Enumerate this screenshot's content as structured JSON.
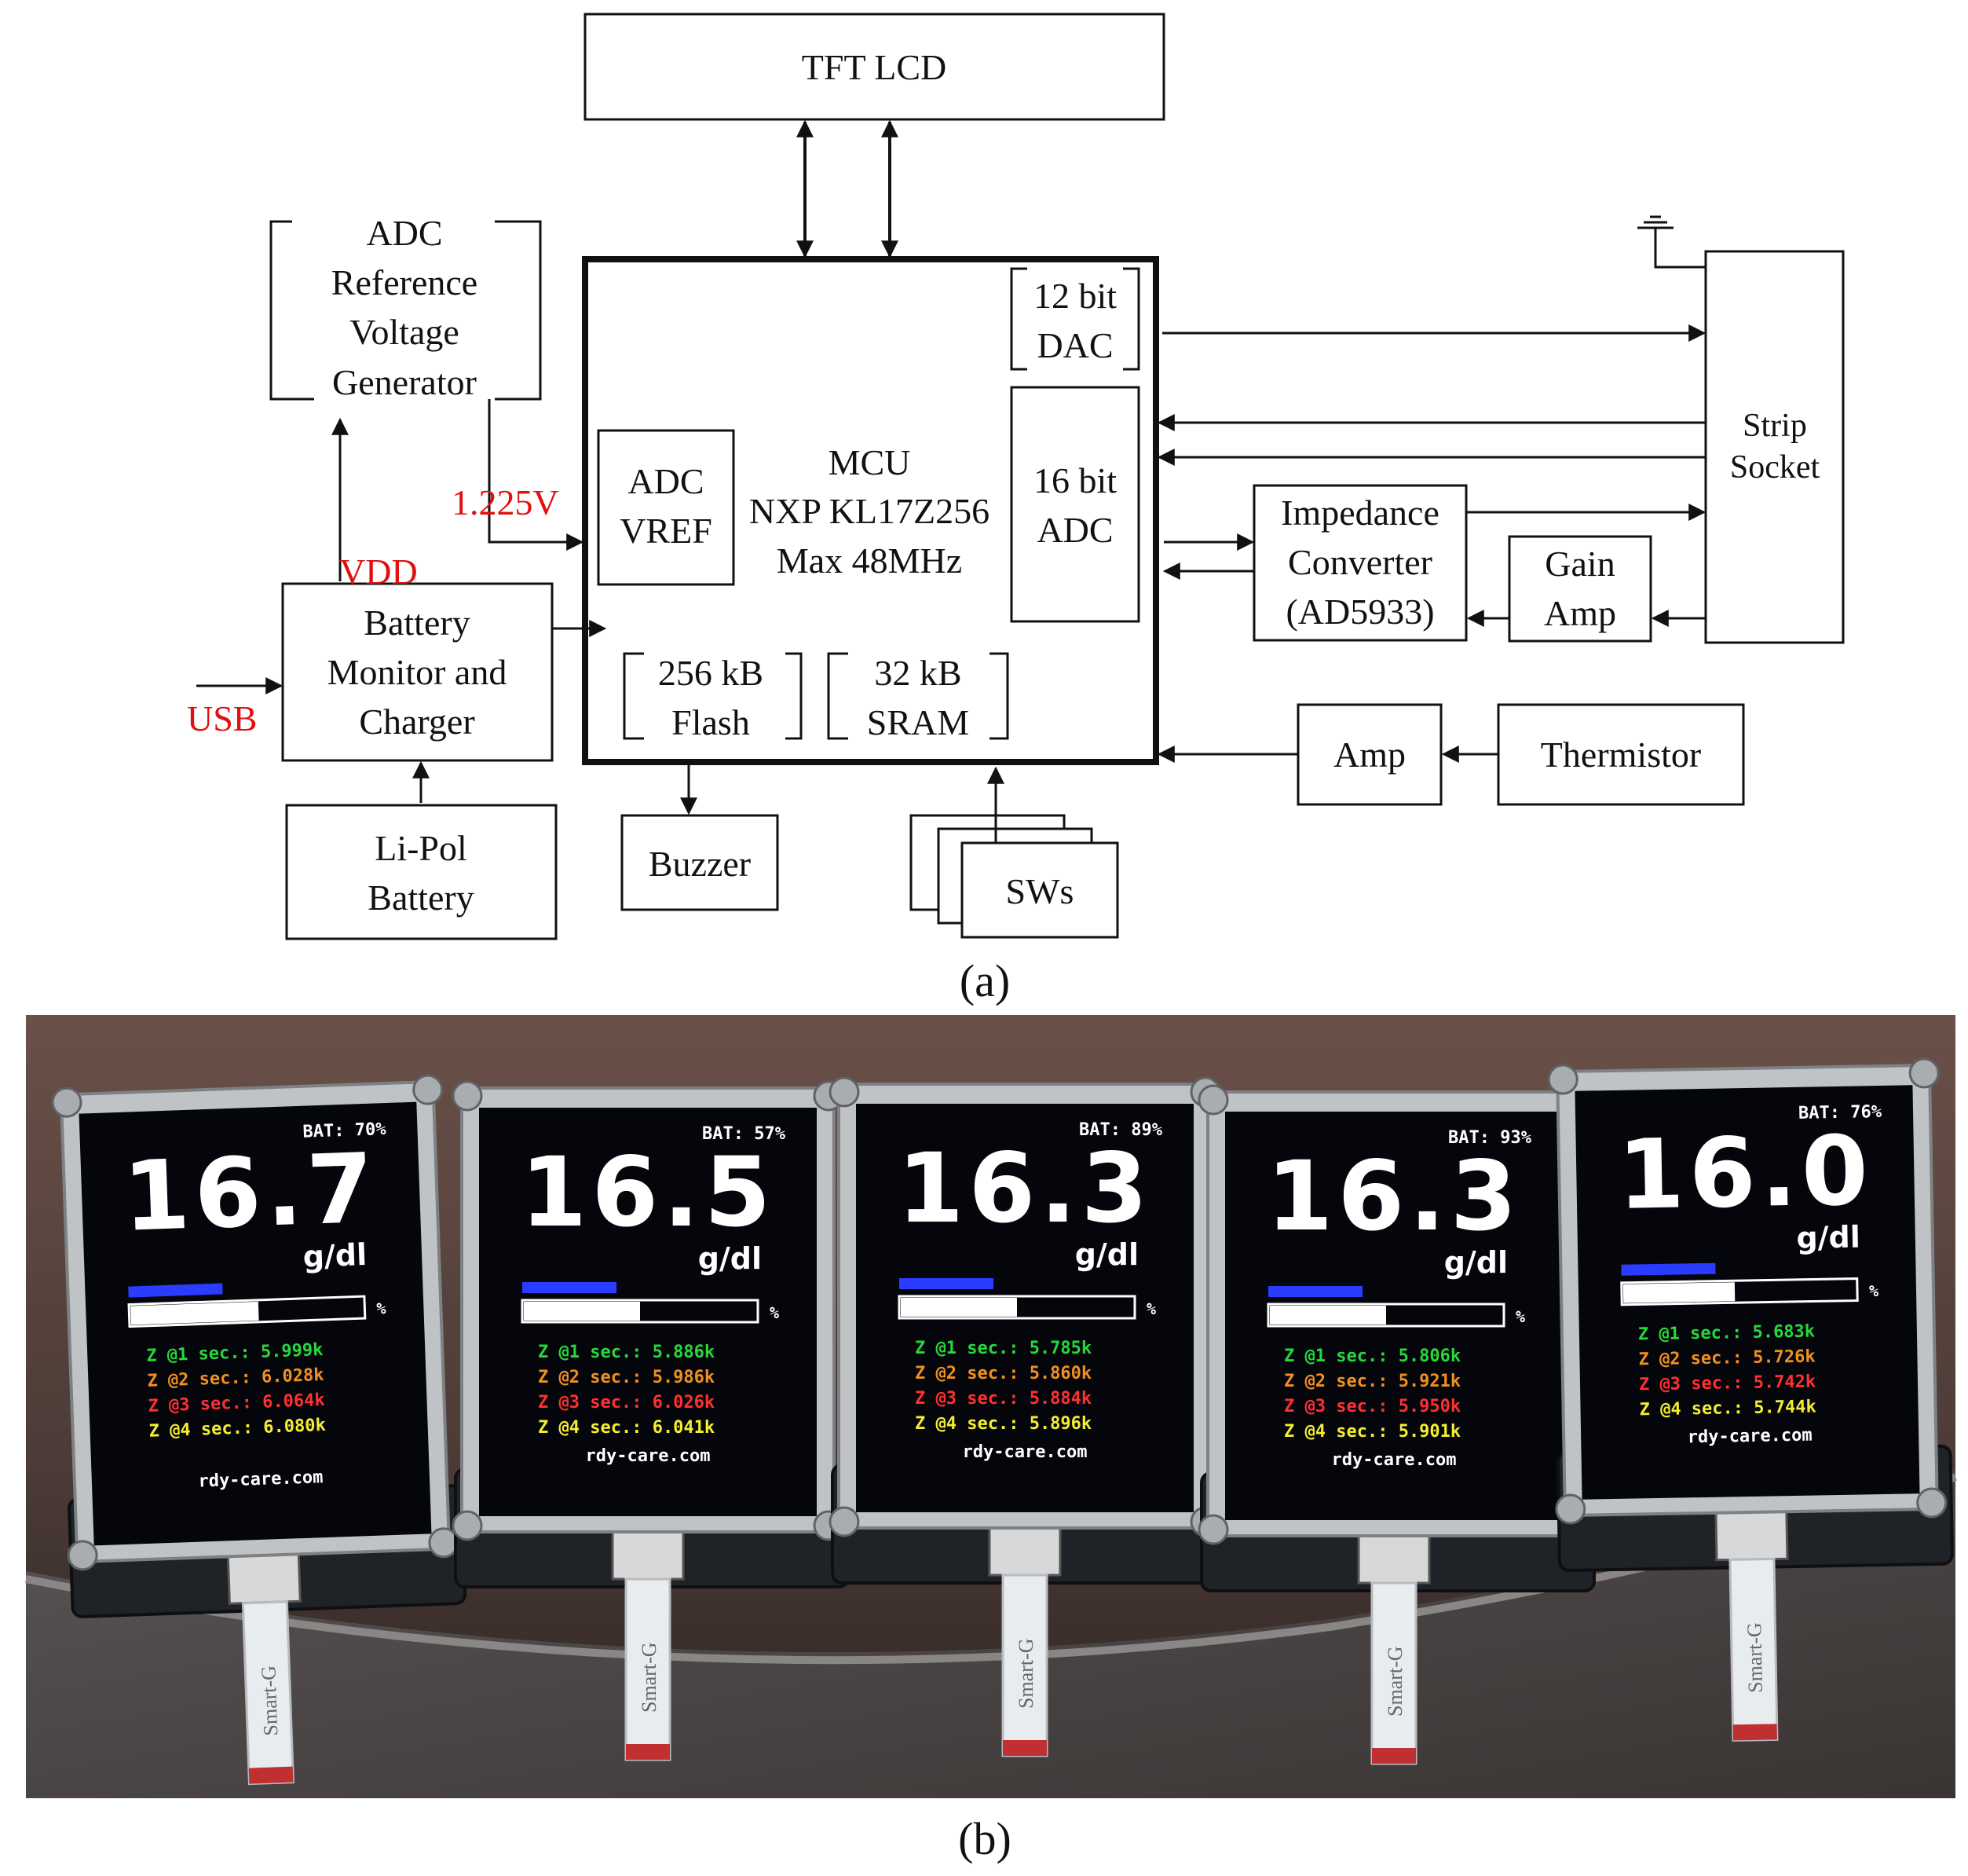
{
  "panel_a": {
    "blocks": {
      "tft": "TFT LCD",
      "adc_ref": [
        "ADC",
        "Reference",
        "Voltage",
        "Generator"
      ],
      "mcu": [
        "MCU",
        "NXP KL17Z256",
        "Max 48MHz"
      ],
      "adc_vref": [
        "ADC",
        "VREF"
      ],
      "dac": [
        "12 bit",
        "DAC"
      ],
      "adc16": [
        "16 bit",
        "ADC"
      ],
      "flash": [
        "256 kB",
        "Flash"
      ],
      "sram": [
        "32 kB",
        "SRAM"
      ],
      "battery_mon": [
        "Battery",
        "Monitor and",
        "Charger"
      ],
      "lipol": [
        "Li-Pol",
        "Battery"
      ],
      "buzzer": "Buzzer",
      "sws": "SWs",
      "strip": [
        "Strip",
        "Socket"
      ],
      "impedance": [
        "Impedance",
        "Converter",
        "(AD5933)"
      ],
      "gain": [
        "Gain",
        "Amp"
      ],
      "amp": "Amp",
      "thermistor": "Thermistor"
    },
    "signals": {
      "v1225": "1.225V",
      "vdd": "VDD",
      "usb": "USB"
    },
    "caption": "(a)"
  },
  "panel_b": {
    "caption": "(b)",
    "devices": [
      {
        "value": "16.7",
        "unit": "g/dl",
        "bat": "BAT: 70%",
        "fill": 0.55,
        "z": [
          "Z @1 sec.: 5.999k",
          "Z @2 sec.: 6.028k",
          "Z @3 sec.: 6.064k",
          "Z @4 sec.: 6.080k"
        ],
        "site": "rdy-care.com",
        "strip": "Smart-G"
      },
      {
        "value": "16.5",
        "unit": "g/dl",
        "bat": "BAT: 57%",
        "fill": 0.5,
        "z": [
          "Z @1 sec.: 5.886k",
          "Z @2 sec.: 5.986k",
          "Z @3 sec.: 6.026k",
          "Z @4 sec.: 6.041k"
        ],
        "site": "rdy-care.com",
        "strip": "Smart-G"
      },
      {
        "value": "16.3",
        "unit": "g/dl",
        "bat": "BAT: 89%",
        "fill": 0.5,
        "z": [
          "Z @1 sec.: 5.785k",
          "Z @2 sec.: 5.860k",
          "Z @3 sec.: 5.884k",
          "Z @4 sec.: 5.896k"
        ],
        "site": "rdy-care.com",
        "strip": "Smart-G"
      },
      {
        "value": "16.3",
        "unit": "g/dl",
        "bat": "BAT: 93%",
        "fill": 0.5,
        "z": [
          "Z @1 sec.: 5.806k",
          "Z @2 sec.: 5.921k",
          "Z @3 sec.: 5.950k",
          "Z @4 sec.: 5.901k"
        ],
        "site": "rdy-care.com",
        "strip": "Smart-G"
      },
      {
        "value": "16.0",
        "unit": "g/dl",
        "bat": "BAT: 76%",
        "fill": 0.48,
        "z": [
          "Z @1 sec.: 5.683k",
          "Z @2 sec.: 5.726k",
          "Z @3 sec.: 5.742k",
          "Z @4 sec.: 5.744k"
        ],
        "site": "rdy-care.com",
        "strip": "Smart-G"
      }
    ],
    "z_colors": [
      "#27d83a",
      "#f09020",
      "#ff3030",
      "#f5ee30"
    ]
  }
}
